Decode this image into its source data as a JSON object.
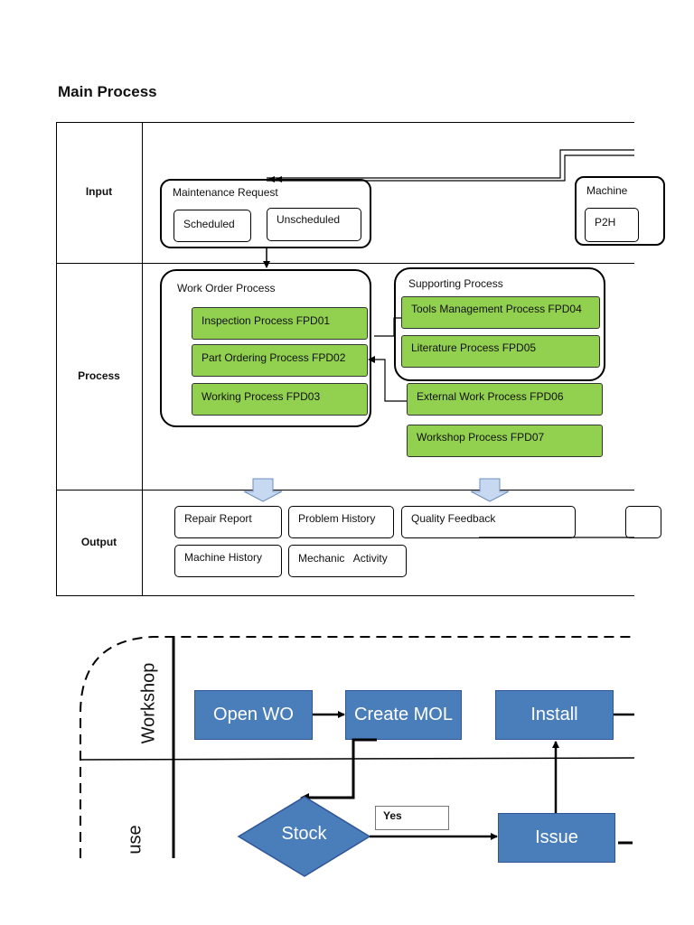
{
  "title": "Main Process",
  "rows": {
    "input": "Input",
    "process": "Process",
    "output": "Output"
  },
  "input": {
    "maintenance_request": "Maintenance Request",
    "scheduled": "Scheduled",
    "unscheduled": "Unscheduled",
    "machine": "Machine",
    "p2h": "P2H"
  },
  "process": {
    "work_order": "Work Order Process",
    "inspection": "Inspection Process FPD01",
    "part_ordering": "Part Ordering Process FPD02",
    "working": "Working Process FPD03",
    "supporting": "Supporting Process",
    "tools": "Tools Management Process FPD04",
    "literature": "Literature Process FPD05",
    "external": "External Work Process FPD06",
    "workshop": "Workshop Process FPD07"
  },
  "output": {
    "repair_report": "Repair Report",
    "problem_history": "Problem History",
    "quality_feedback": "Quality Feedback",
    "machine_history": "Machine History",
    "mechanic_activity": "Mechanic   Activity"
  },
  "swimlane": {
    "lane_workshop": "Workshop",
    "lane_warehouse": "use",
    "open_wo": "Open WO",
    "create_mol": "Create MOL",
    "install": "Install",
    "stock": "Stock",
    "yes": "Yes",
    "issue": "Issue"
  },
  "colors": {
    "process_green": "#92d050",
    "swimlane_blue": "#4a7ebb",
    "output_arrow": "#c6d9f1"
  }
}
